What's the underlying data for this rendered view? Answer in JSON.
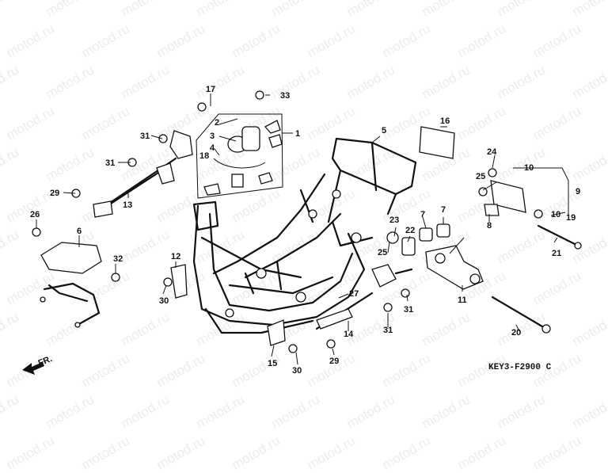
{
  "watermark": "motod.ru",
  "diagram_code": "KEY3-F2900 C",
  "direction_label": "FR.",
  "callouts": [
    "1",
    "2",
    "3",
    "4",
    "5",
    "6",
    "7",
    "7",
    "8",
    "9",
    "10",
    "10",
    "11",
    "12",
    "13",
    "14",
    "15",
    "16",
    "17",
    "18",
    "19",
    "20",
    "21",
    "22",
    "23",
    "24",
    "25",
    "25",
    "26",
    "27",
    "29",
    "29",
    "30",
    "30",
    "31",
    "31",
    "31",
    "31",
    "32",
    "33"
  ]
}
